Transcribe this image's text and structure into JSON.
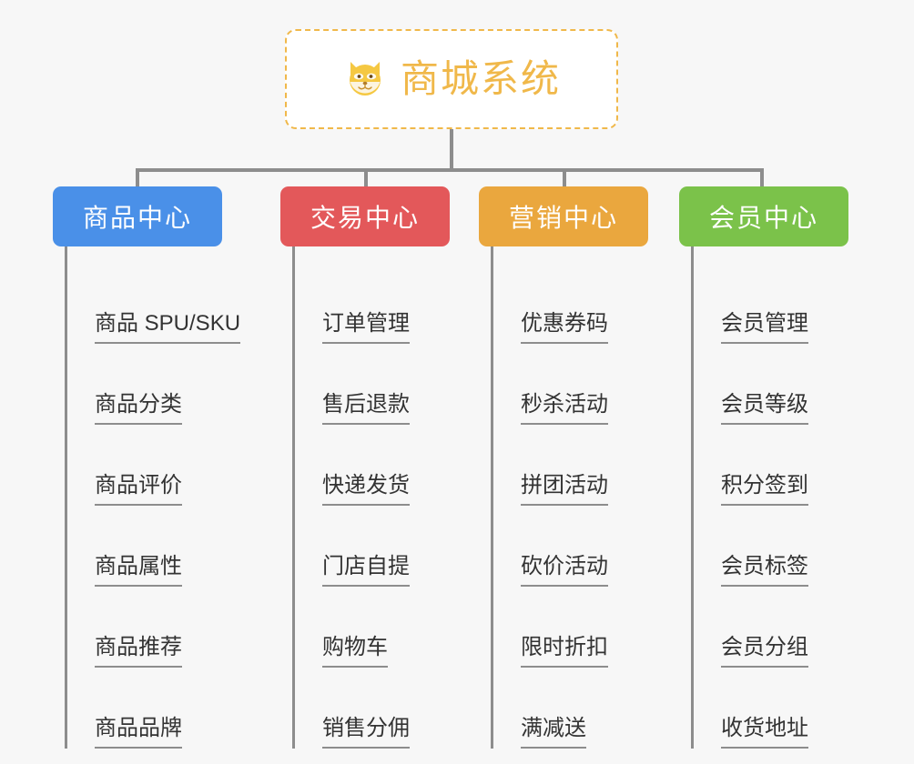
{
  "page": {
    "background_color": "#f7f7f7",
    "connector_color": "#8d8d8d",
    "leaf_text_color": "#333333"
  },
  "root": {
    "title": "商城系统",
    "icon": "shiba-dog-face-emoji",
    "emoji": "🐶",
    "border_color": "#f0b84a",
    "text_color": "#f0b84a",
    "background_color": "#ffffff"
  },
  "branches": [
    {
      "id": "product-center",
      "label": "商品中心",
      "color": "#4a90e8",
      "items": [
        {
          "label": "商品 SPU/SKU"
        },
        {
          "label": "商品分类"
        },
        {
          "label": "商品评价"
        },
        {
          "label": "商品属性"
        },
        {
          "label": "商品推荐"
        },
        {
          "label": "商品品牌"
        }
      ]
    },
    {
      "id": "trade-center",
      "label": "交易中心",
      "color": "#e3585a",
      "items": [
        {
          "label": "订单管理"
        },
        {
          "label": "售后退款"
        },
        {
          "label": "快递发货"
        },
        {
          "label": "门店自提"
        },
        {
          "label": "购物车"
        },
        {
          "label": "销售分佣"
        }
      ]
    },
    {
      "id": "marketing-center",
      "label": "营销中心",
      "color": "#eaa73e",
      "items": [
        {
          "label": "优惠券码"
        },
        {
          "label": "秒杀活动"
        },
        {
          "label": "拼团活动"
        },
        {
          "label": "砍价活动"
        },
        {
          "label": "限时折扣"
        },
        {
          "label": "满减送"
        }
      ]
    },
    {
      "id": "member-center",
      "label": "会员中心",
      "color": "#7bc24a",
      "items": [
        {
          "label": "会员管理"
        },
        {
          "label": "会员等级"
        },
        {
          "label": "积分签到"
        },
        {
          "label": "会员标签"
        },
        {
          "label": "会员分组"
        },
        {
          "label": "收货地址"
        }
      ]
    }
  ]
}
